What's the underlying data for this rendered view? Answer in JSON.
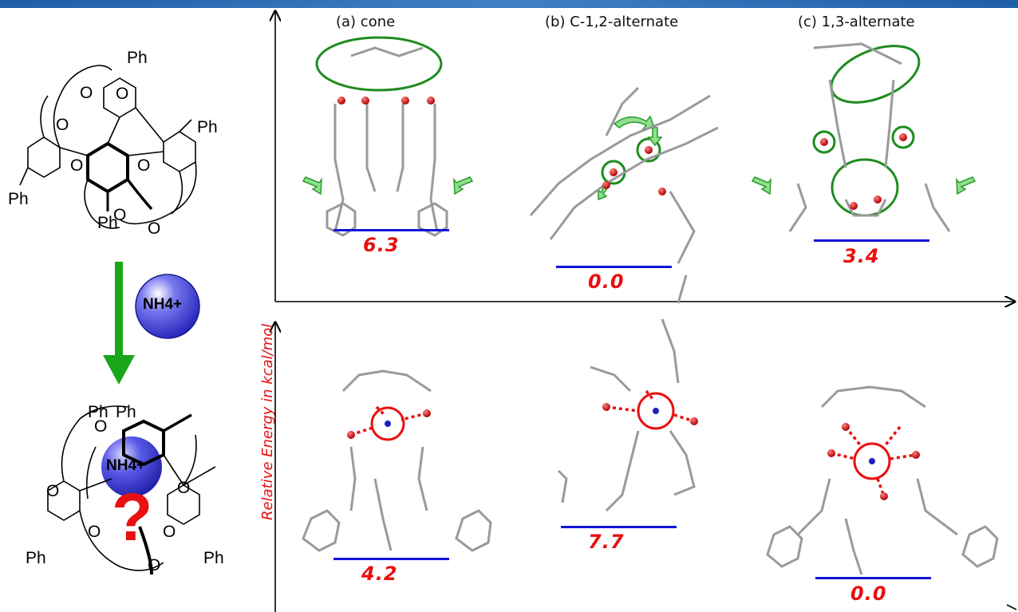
{
  "labels": {
    "cone": "(a) cone",
    "c12alt": "(b) C-1,2-alternate",
    "alt13": "(c) 1,3-alternate"
  },
  "y_axis_label": "Relative Energy in kcal/mol",
  "reagent": "NH4+",
  "question_mark": "?",
  "phenyl": "Ph",
  "oxygen": "O",
  "energies_top": [
    "6.3",
    "0.0",
    "3.4"
  ],
  "energies_bottom": [
    "4.2",
    "7.7",
    "0.0"
  ],
  "colors": {
    "energy_text": "#e81010",
    "energy_bar": "#1414d8",
    "highlight_green": "#1e8c1e",
    "arrow_green": "#19a619",
    "reagent_sphere": "#3a3ae0",
    "header_bar": "#2f6fb8"
  }
}
